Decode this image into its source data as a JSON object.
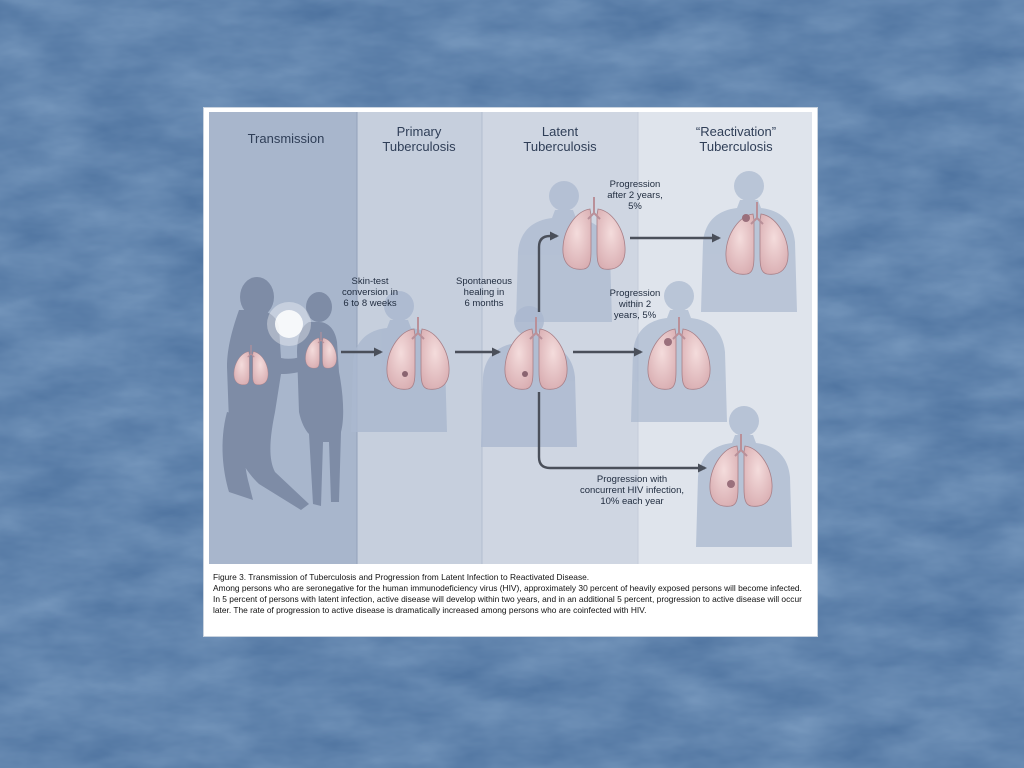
{
  "slide": {
    "background_color": "#4a6f9c",
    "figure_background": "#ffffff"
  },
  "columns": {
    "transmission": "Transmission",
    "primary": "Primary\nTuberculosis",
    "latent": "Latent\nTuberculosis",
    "reactivation": "“Reactivation”\nTuberculosis"
  },
  "labels": {
    "skin_test": "Skin-test\nconversion in\n6 to 8 weeks",
    "spontaneous": "Spontaneous\nhealing in\n6 months",
    "after_2_years": "Progression\nafter 2 years,\n5%",
    "within_2_years": "Progression\nwithin 2\nyears, 5%",
    "hiv": "Progression with\nconcurrent HIV infection,\n10% each year"
  },
  "caption": {
    "title": "Figure 3. Transmission of Tuberculosis and Progression from Latent Infection to Reactivated Disease.",
    "body": "Among persons who are seronegative for the human immunodeficiency virus (HIV), approximately 30 percent of heavily exposed persons will become infected. In 5 percent of persons with latent infection, active disease will develop within two years, and in an additional 5 percent, progression to active disease will occur later. The rate of progression to active disease is dramatically increased among persons who are coinfected with HIV."
  }
}
